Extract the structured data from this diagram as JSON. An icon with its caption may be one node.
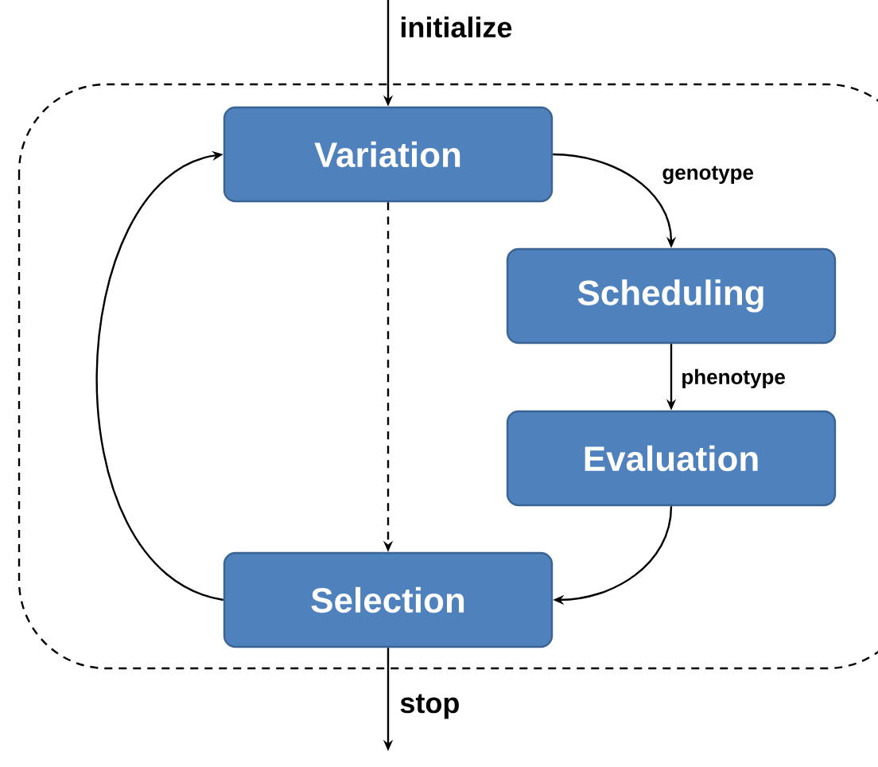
{
  "diagram": {
    "nodes": [
      {
        "text": [
          "Variation"
        ]
      },
      {
        "text": [
          "Scheduling"
        ]
      },
      {
        "text": [
          "Evaluation"
        ]
      },
      {
        "text": [
          "Selection"
        ]
      }
    ],
    "edges": [
      {
        "from": null,
        "to": 0,
        "arrow": "to",
        "label": "initialize"
      },
      {
        "from": 0,
        "to": 1,
        "arrow": "to",
        "label": "genotype"
      },
      {
        "from": 1,
        "to": 2,
        "arrow": "to",
        "label": "phenotype"
      },
      {
        "from": 2,
        "to": 3,
        "arrow": "to"
      },
      {
        "from": 3,
        "to": 0,
        "arrow": "to"
      },
      {
        "from": 0,
        "to": 3,
        "arrow": "to",
        "style": "dashed"
      },
      {
        "from": 3,
        "to": null,
        "arrow": "to",
        "label": "stop"
      }
    ]
  }
}
